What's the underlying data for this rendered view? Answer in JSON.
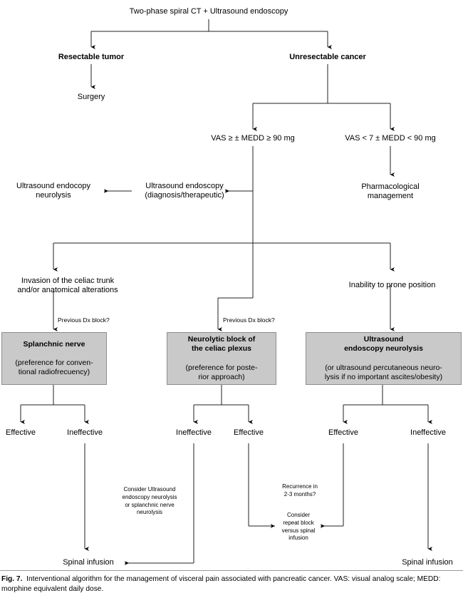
{
  "figure": {
    "label": "Fig. 7.",
    "caption": "Interventional algorithm for the management of visceral pain associated with pancreatic cancer. VAS: visual analog scale; MEDD: morphine equivalent daily dose.",
    "line_color": "#000000",
    "box_fill": "#c9c9c9",
    "box_stroke": "#8d8d8d",
    "background": "#ffffff"
  },
  "nodes": {
    "root": "Two-phase spiral CT + Ultrasound endoscopy",
    "resectable": "Resectable tumor",
    "unresectable": "Unresectable cancer",
    "surgery": "Surgery",
    "vas_high": "VAS ≥ ± MEDD ≥ 90 mg",
    "vas_low": "VAS < 7 ± MEDD < 90 mg",
    "us_endoscopy": "Ultrasound endoscopy\n(diagnosis/therapeutic)",
    "us_neurolysis": "Ultrasound endocopy\nneurolysis",
    "pharmacological": "Pharmacological\nmanagement",
    "invasion": "Invasion of the celiac trunk\nand/or anatomical alterations",
    "inability": "Inability to prone position",
    "prev_dx_left": "Previous Dx block?",
    "prev_dx_mid": "Previous Dx block?",
    "consider_us": "Consider Ultrasound\nendoscopy neurolysis\nor splanchnic nerve\nneurolysis",
    "recurrence": "Recurrence in\n2-3 months?",
    "consider_repeat": "Consider\nrepeat block\nversus spinal\ninfusion",
    "spinal_left": "Spinal infusion",
    "spinal_right": "Spinal infusion"
  },
  "boxes": [
    {
      "id": "splanchnic",
      "header": "Splanchnic nerve",
      "sub": "(preference for conven-\ntional radiofrecuency)"
    },
    {
      "id": "neurolytic",
      "header": "Neurolytic block of\nthe celiac plexus",
      "sub": "(preference for poste-\nrior approach)"
    },
    {
      "id": "usneuro",
      "header": "Ultrasound\nendoscopy neurolysis",
      "sub": "(or ultrasound percutaneous neuro-\nlysis if no important ascites/obesity)"
    }
  ],
  "outcomes": {
    "left_effective": "Effective",
    "left_ineffective": "Ineffective",
    "mid_ineffective": "Ineffective",
    "mid_effective": "Effective",
    "right_effective": "Effective",
    "right_ineffective": "Ineffective"
  }
}
